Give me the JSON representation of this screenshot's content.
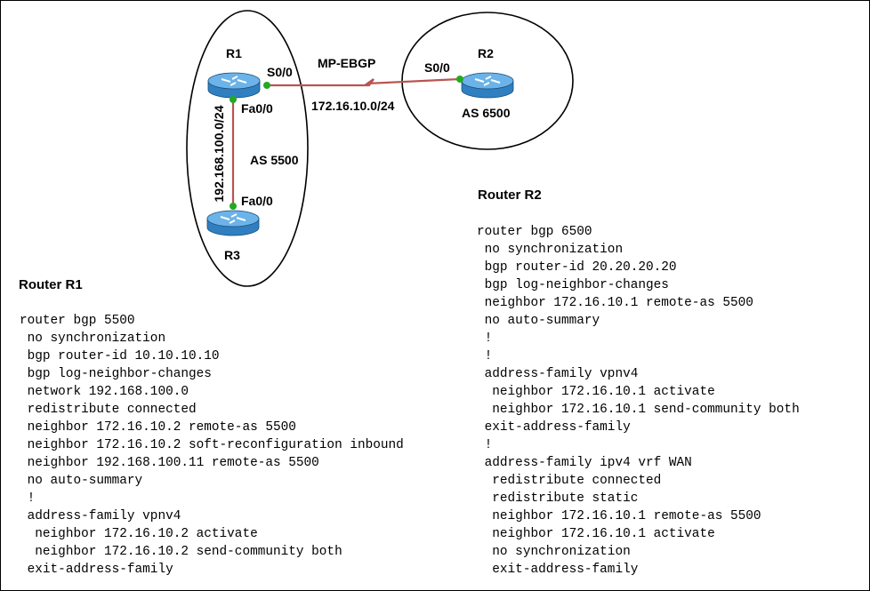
{
  "colors": {
    "link": "#b85450",
    "router_body": "#2f7fc1",
    "router_top": "#6bb3e8",
    "interface_dot": "#22aa22"
  },
  "diagram": {
    "link_protocol": "MP-EBGP",
    "routers": [
      {
        "name": "R1",
        "icon": "router-icon"
      },
      {
        "name": "R2",
        "icon": "router-icon"
      },
      {
        "name": "R3",
        "icon": "router-icon"
      }
    ],
    "interfaces": {
      "r1_serial": "S0/0",
      "r1_fast": "Fa0/0",
      "r2_serial": "S0/0",
      "r3_fast": "Fa0/0"
    },
    "subnets": {
      "wan": "172.16.10.0/24",
      "lan": "192.168.100.0/24"
    },
    "as_labels": {
      "left": "AS 5500",
      "right": "AS 6500"
    }
  },
  "configs": {
    "r1": {
      "heading": "Router R1",
      "lines": [
        "router bgp 5500",
        " no synchronization",
        " bgp router-id 10.10.10.10",
        " bgp log-neighbor-changes",
        " network 192.168.100.0",
        " redistribute connected",
        " neighbor 172.16.10.2 remote-as 5500",
        " neighbor 172.16.10.2 soft-reconfiguration inbound",
        " neighbor 192.168.100.11 remote-as 5500",
        " no auto-summary",
        " !",
        " address-family vpnv4",
        "  neighbor 172.16.10.2 activate",
        "  neighbor 172.16.10.2 send-community both",
        " exit-address-family"
      ]
    },
    "r2": {
      "heading": "Router R2",
      "lines": [
        "router bgp 6500",
        " no synchronization",
        " bgp router-id 20.20.20.20",
        " bgp log-neighbor-changes",
        " neighbor 172.16.10.1 remote-as 5500",
        " no auto-summary",
        " !",
        " !",
        " address-family vpnv4",
        "  neighbor 172.16.10.1 activate",
        "  neighbor 172.16.10.1 send-community both",
        " exit-address-family",
        " !",
        " address-family ipv4 vrf WAN",
        "  redistribute connected",
        "  redistribute static",
        "  neighbor 172.16.10.1 remote-as 5500",
        "  neighbor 172.16.10.1 activate",
        "  no synchronization",
        "  exit-address-family"
      ]
    }
  }
}
